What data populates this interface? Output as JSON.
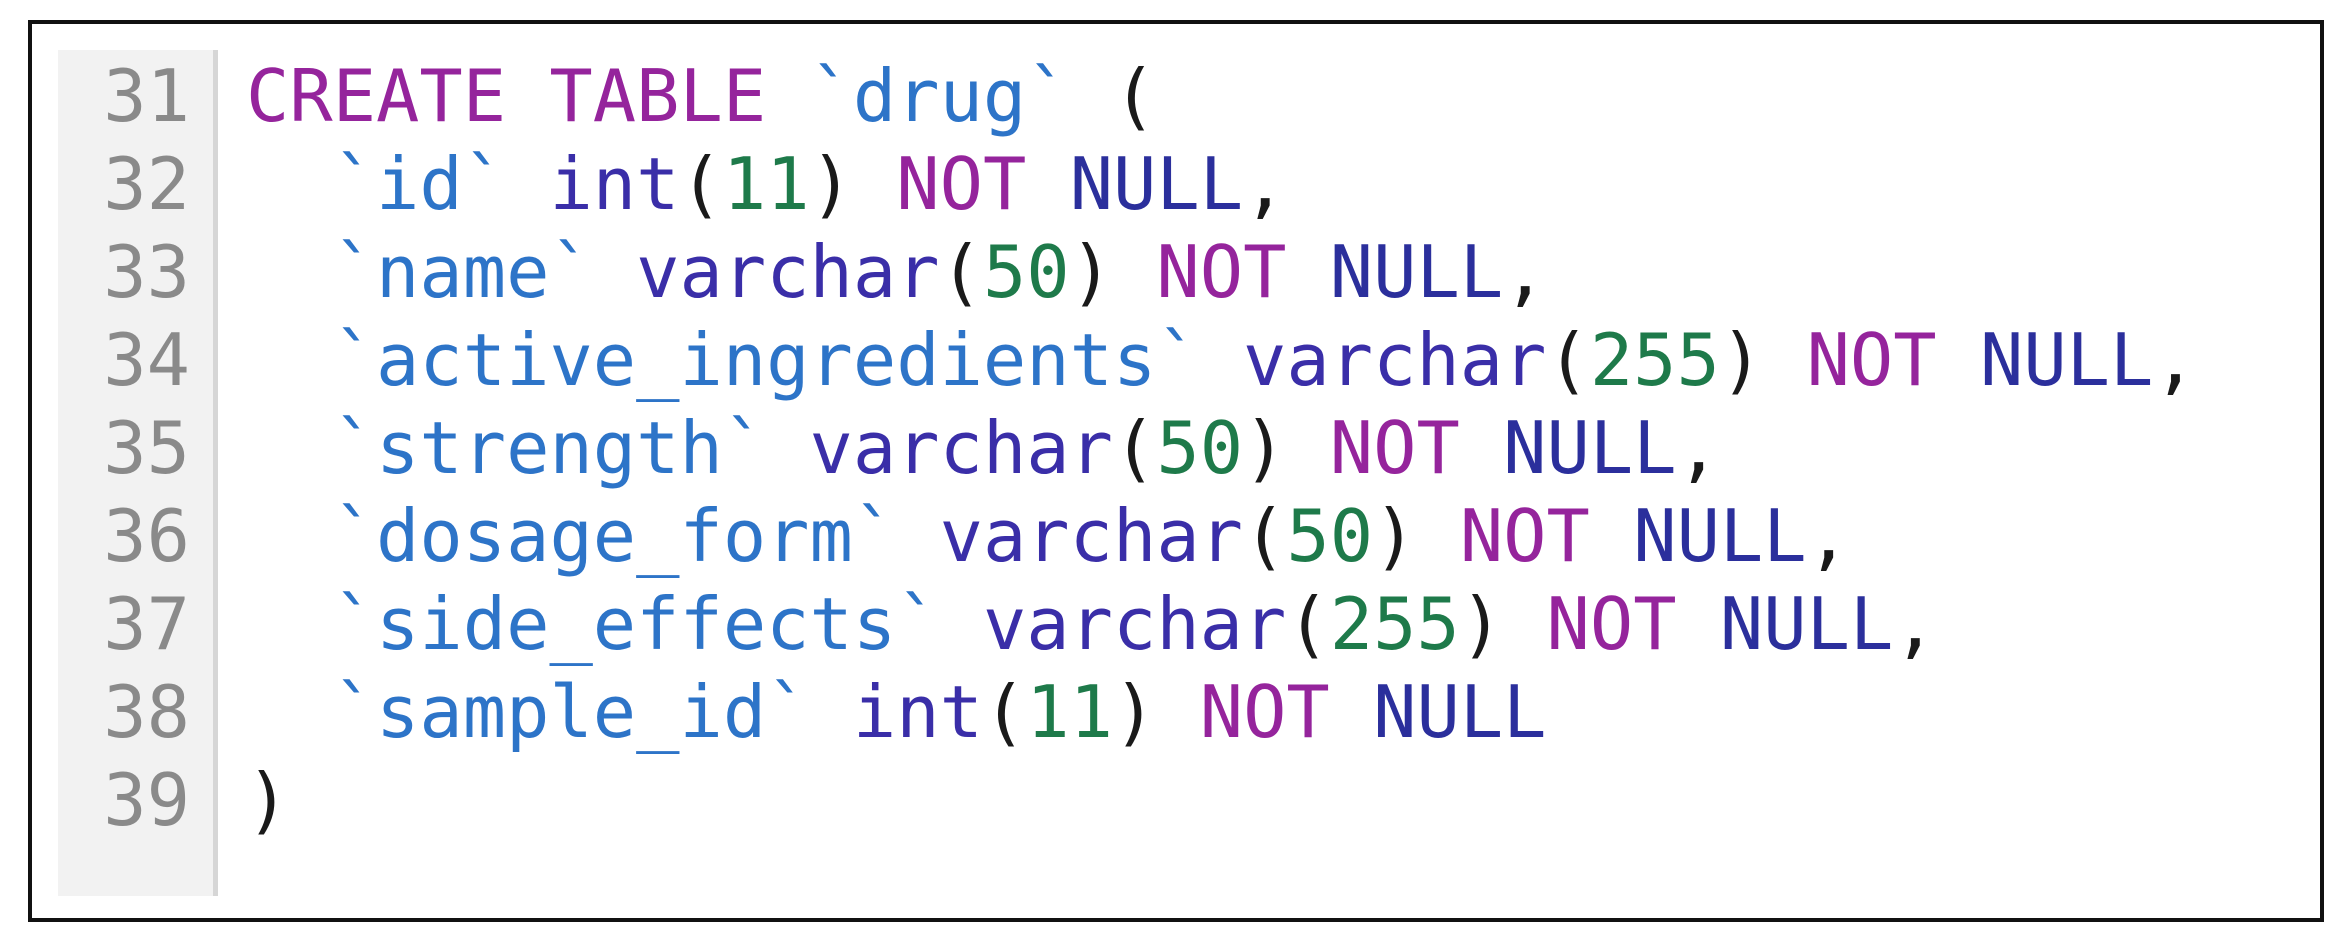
{
  "editor": {
    "lines": [
      {
        "num": "31",
        "indent": "",
        "col": "",
        "tail": "CREATE TABLE",
        "open": " (",
        "special": "create"
      },
      {
        "num": "32",
        "indent": "  ",
        "col": "`id`",
        "type": "int",
        "size": "11",
        "kw": "NOT",
        "null": "NULL",
        "end": ","
      },
      {
        "num": "33",
        "indent": "  ",
        "col": "`name`",
        "type": "varchar",
        "size": "50",
        "kw": "NOT",
        "null": "NULL",
        "end": ","
      },
      {
        "num": "34",
        "indent": "  ",
        "col": "`active_ingredients`",
        "type": "varchar",
        "size": "255",
        "kw": "NOT",
        "null": "NULL",
        "end": ","
      },
      {
        "num": "35",
        "indent": "  ",
        "col": "`strength`",
        "type": "varchar",
        "size": "50",
        "kw": "NOT",
        "null": "NULL",
        "end": ","
      },
      {
        "num": "36",
        "indent": "  ",
        "col": "`dosage_form`",
        "type": "varchar",
        "size": "50",
        "kw": "NOT",
        "null": "NULL",
        "end": ","
      },
      {
        "num": "37",
        "indent": "  ",
        "col": "`side_effects`",
        "type": "varchar",
        "size": "255",
        "kw": "NOT",
        "null": "NULL",
        "end": ","
      },
      {
        "num": "38",
        "indent": "  ",
        "col": "`sample_id`",
        "type": "int",
        "size": "11",
        "kw": "NOT",
        "null": "NULL",
        "end": ""
      },
      {
        "num": "39",
        "indent": "",
        "col": "",
        "close": ")",
        "special": "close"
      }
    ],
    "table_name": "`drug`"
  }
}
